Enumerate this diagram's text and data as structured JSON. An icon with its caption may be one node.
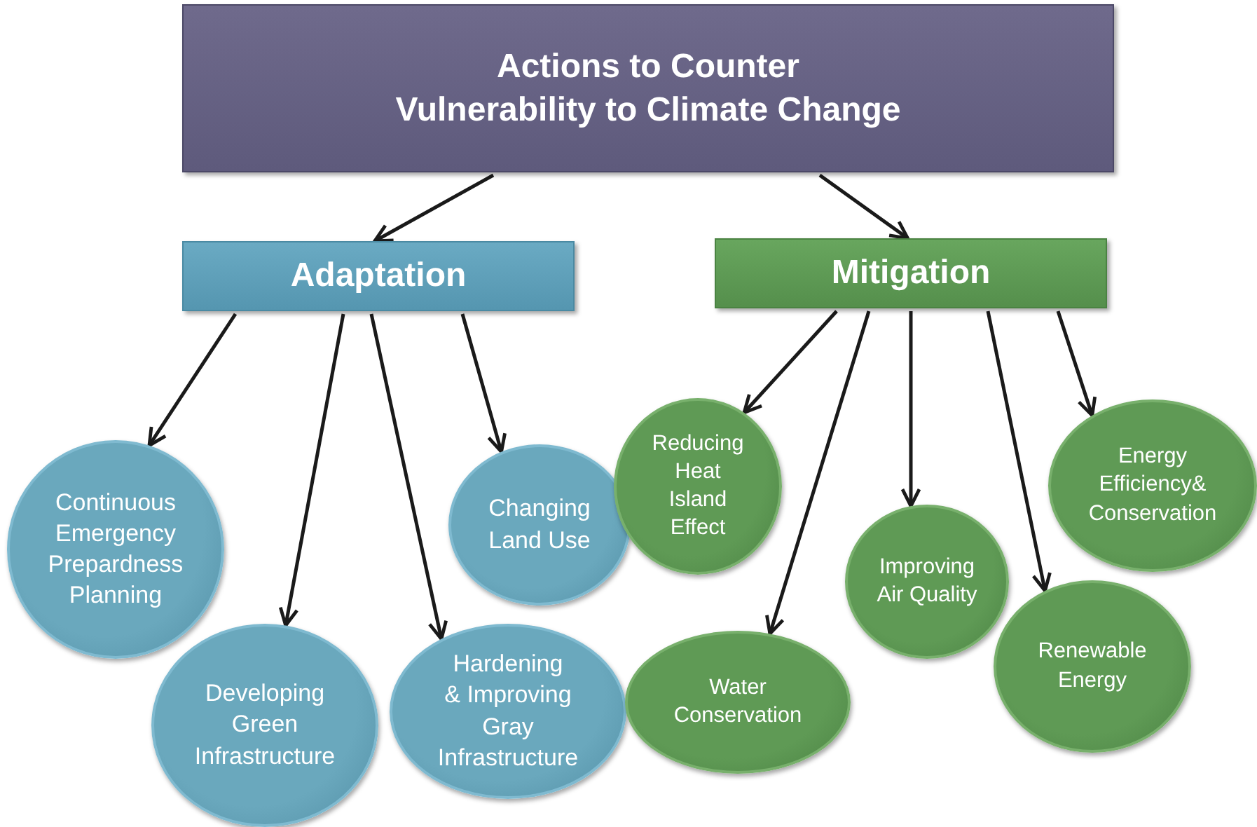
{
  "diagram": {
    "nodes": [
      {
        "text": [
          "Actions to Counter Vulnerability to Climate Change"
        ]
      },
      {
        "text": [
          "Adaptation"
        ]
      },
      {
        "text": [
          "Mitigation"
        ]
      },
      {
        "text": [
          "Continuous Emergency Prepardness Planning"
        ]
      },
      {
        "text": [
          "Developing Green Infrastructure"
        ]
      },
      {
        "text": [
          "Hardening & Improving Gray Infrastructure"
        ]
      },
      {
        "text": [
          "Changing Land Use"
        ]
      },
      {
        "text": [
          "Reducing Heat Island Effect"
        ]
      },
      {
        "text": [
          "Water Conservation"
        ]
      },
      {
        "text": [
          "Improving Air Quality"
        ]
      },
      {
        "text": [
          "Renewable Energy"
        ]
      },
      {
        "text": [
          "Energy Efficiency& Conservation"
        ]
      }
    ],
    "edges": [
      {
        "from": 0,
        "to": 1,
        "arrow": "to"
      },
      {
        "from": 0,
        "to": 2,
        "arrow": "to"
      },
      {
        "from": 1,
        "to": 3,
        "arrow": "to"
      },
      {
        "from": 1,
        "to": 4,
        "arrow": "to"
      },
      {
        "from": 1,
        "to": 5,
        "arrow": "to"
      },
      {
        "from": 1,
        "to": 6,
        "arrow": "to"
      },
      {
        "from": 2,
        "to": 7,
        "arrow": "to"
      },
      {
        "from": 2,
        "to": 8,
        "arrow": "to"
      },
      {
        "from": 2,
        "to": 9,
        "arrow": "to"
      },
      {
        "from": 2,
        "to": 10,
        "arrow": "to"
      },
      {
        "from": 2,
        "to": 11,
        "arrow": "to"
      }
    ]
  }
}
